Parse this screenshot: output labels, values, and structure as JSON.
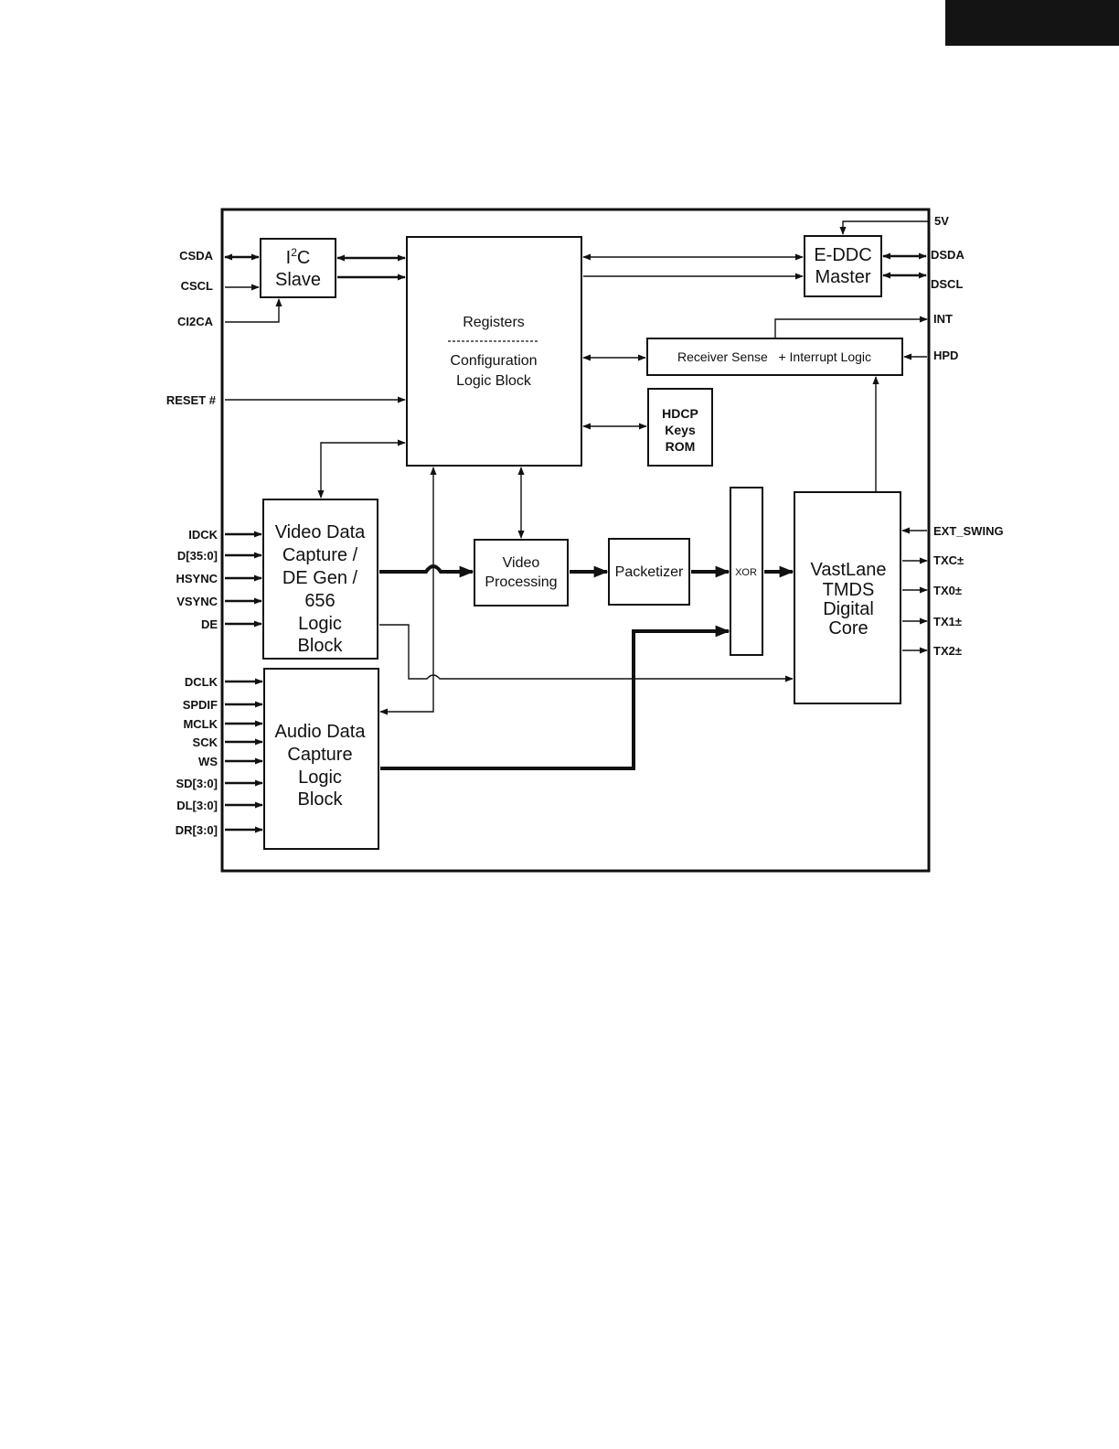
{
  "pins_left": {
    "csda": "CSDA",
    "cscl": "CSCL",
    "ci2ca": "CI2CA",
    "reset": "RESET #",
    "idck": "IDCK",
    "d": "D[35:0]",
    "hsync": "HSYNC",
    "vsync": "VSYNC",
    "de": "DE",
    "dclk": "DCLK",
    "spdif": "SPDIF",
    "mclk": "MCLK",
    "sck": "SCK",
    "ws": "WS",
    "sd": "SD[3:0]",
    "dl": "DL[3:0]",
    "dr": "DR[3:0]"
  },
  "pins_right": {
    "v5": "5V",
    "dsda": "DSDA",
    "dscl": "DSCL",
    "int": "INT",
    "hpd": "HPD",
    "ext_swing": "EXT_SWING",
    "txc": "TXC±",
    "tx0": "TX0±",
    "tx1": "TX1±",
    "tx2": "TX2±"
  },
  "blocks": {
    "i2c": {
      "line1_prefix": "I",
      "line1_sup": "2",
      "line1_suffix": "C",
      "line2": "Slave"
    },
    "registers": {
      "title": "Registers",
      "line1": "Configuration",
      "line2": "Logic Block"
    },
    "eddc": {
      "line1": "E-DDC",
      "line2": "Master"
    },
    "receiver": {
      "label": "Receiver Sense   + Interrupt Logic"
    },
    "hdcp": {
      "line1": "HDCP",
      "line2": "Keys",
      "line3": "ROM"
    },
    "video_capture": {
      "line1": "Video Data",
      "line2": "Capture /",
      "line3": "DE Gen /",
      "line4": "656",
      "line5": "Logic",
      "line6": "Block"
    },
    "video_processing": {
      "line1": "Video",
      "line2": "Processing"
    },
    "packetizer": {
      "label": "Packetizer"
    },
    "xor": {
      "label": "XOR"
    },
    "tmds": {
      "line1": "VastLane",
      "line2": "TMDS",
      "line3": "Digital",
      "line4": "Core"
    },
    "audio_capture": {
      "line1": "Audio Data",
      "line2": "Capture",
      "line3": "Logic",
      "line4": "Block"
    }
  }
}
